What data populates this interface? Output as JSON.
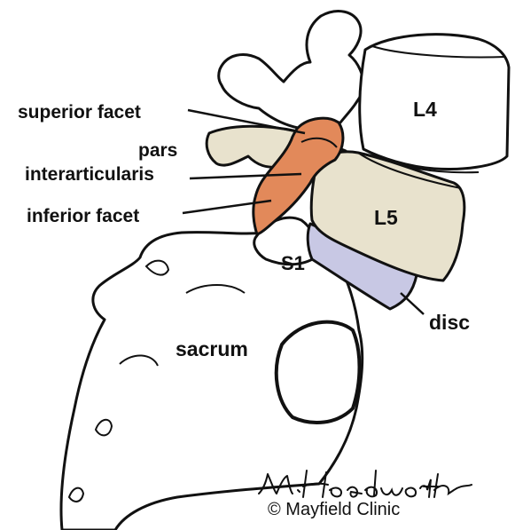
{
  "labels": {
    "l4": "L4",
    "l5": "L5",
    "s1": "S1",
    "superior_facet": "superior facet",
    "pars_line1": "pars",
    "pars_line2": "interarticularis",
    "inferior_facet": "inferior facet",
    "sacrum": "sacrum",
    "disc": "disc"
  },
  "credit": {
    "signature": "M. Headworth",
    "copyright": "© Mayfield Clinic"
  },
  "colors": {
    "outline": "#111111",
    "bone": "#ffffff",
    "l5_body": "#e8e2cd",
    "pars_highlight": "#e2895a",
    "disc": "#c8c8e4"
  }
}
